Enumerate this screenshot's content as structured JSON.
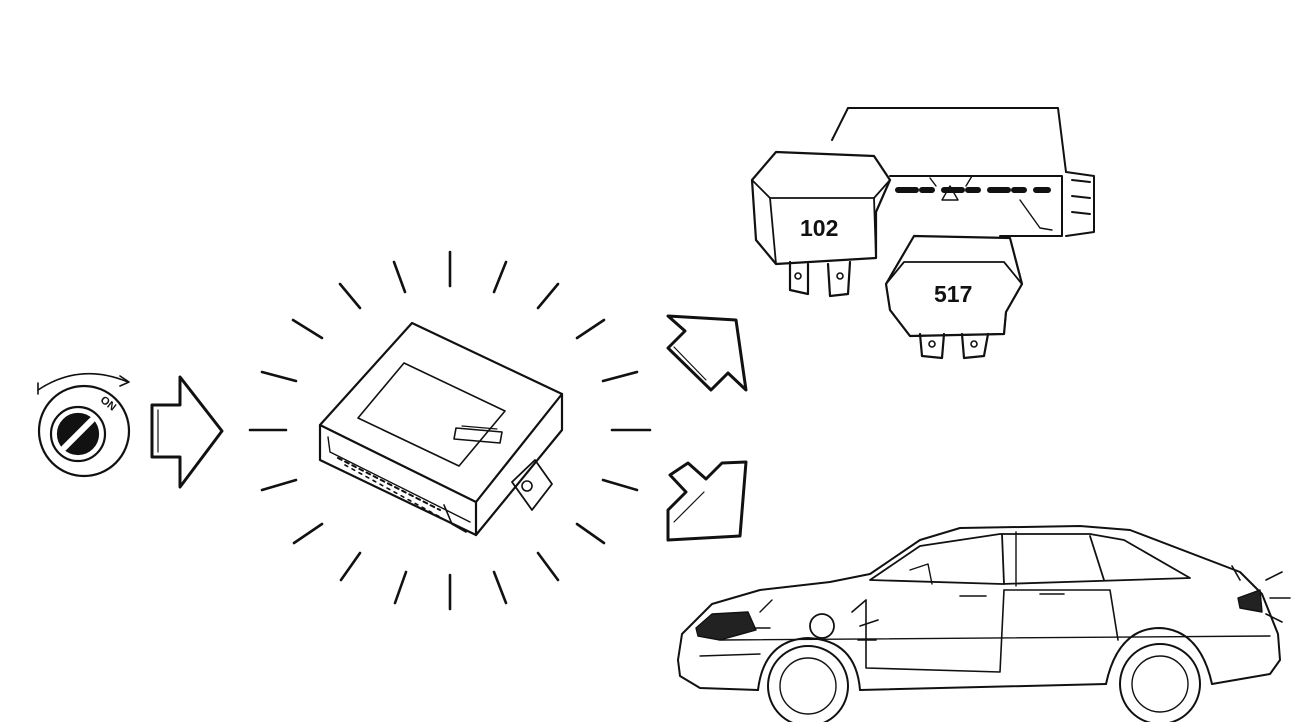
{
  "diagram": {
    "ignition": {
      "switch_label": "ON"
    },
    "relays": [
      {
        "number": "102"
      },
      {
        "number": "517"
      }
    ],
    "colors": {
      "ink": "#111111",
      "background": "#ffffff"
    }
  }
}
